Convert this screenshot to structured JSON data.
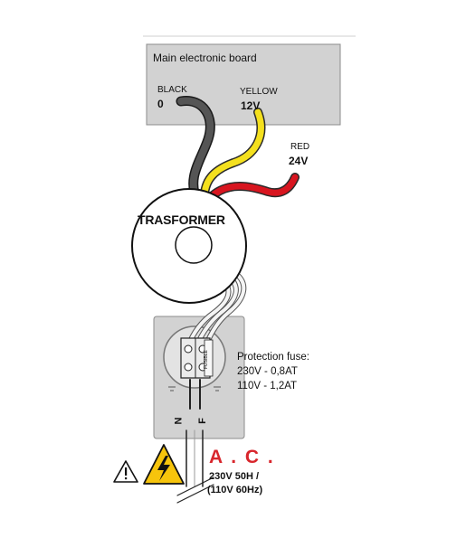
{
  "board": {
    "title": "Main electronic board"
  },
  "wires": [
    {
      "name": "BLACK",
      "voltage": "0",
      "color": "#555555"
    },
    {
      "name": "YELLOW",
      "voltage": "12V",
      "color": "#f4e01e"
    },
    {
      "name": "RED",
      "voltage": "24V",
      "color": "#d8151f"
    }
  ],
  "transformer": {
    "label": "TRASFORMER"
  },
  "fuse_box": {
    "fusible_label": "FUSIBLE",
    "protection": {
      "title": "Protection fuse:",
      "line1": "230V - 0,8AT",
      "line2": "110V - 1,2AT"
    },
    "terminals": [
      "N",
      "F"
    ]
  },
  "supply": {
    "title": "A . C .",
    "line1": "230V 50H /",
    "line2": "(110V 60Hz)"
  },
  "icons": [
    "warning-triangle-icon",
    "high-voltage-icon"
  ],
  "colors": {
    "accent_red": "#d8262c",
    "warning_yellow": "#f6c40c",
    "board_gray": "#d2d2d2"
  }
}
